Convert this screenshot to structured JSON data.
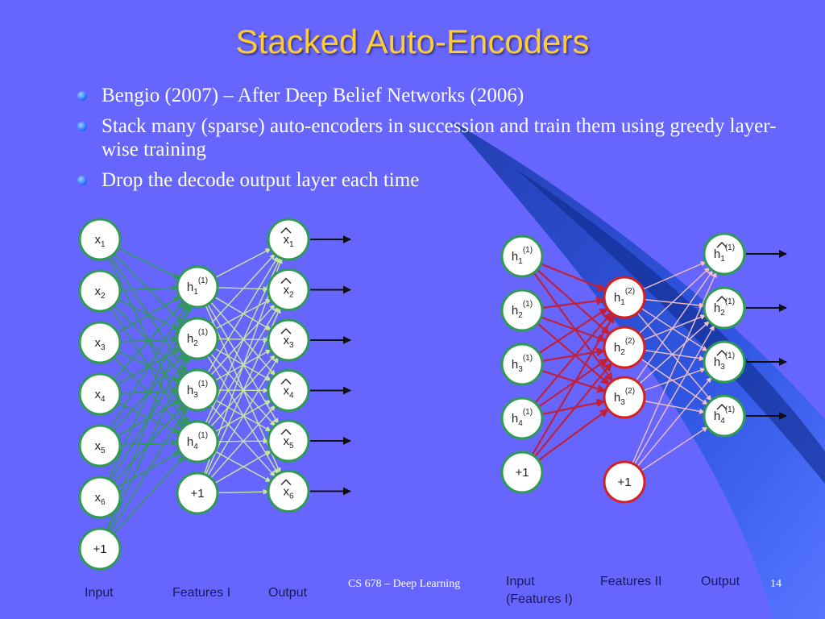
{
  "title": "Stacked Auto-Encoders",
  "bullets": [
    "Bengio (2007) – After Deep Belief Networks (2006)",
    "Stack many (sparse) auto-encoders in succession and train them using greedy layer-wise training",
    "Drop the decode output layer each time"
  ],
  "left_diagram": {
    "input_nodes": [
      {
        "base": "x",
        "sub": "1",
        "sup": "",
        "hat": false
      },
      {
        "base": "x",
        "sub": "2",
        "sup": "",
        "hat": false
      },
      {
        "base": "x",
        "sub": "3",
        "sup": "",
        "hat": false
      },
      {
        "base": "x",
        "sub": "4",
        "sup": "",
        "hat": false
      },
      {
        "base": "x",
        "sub": "5",
        "sup": "",
        "hat": false
      },
      {
        "base": "x",
        "sub": "6",
        "sup": "",
        "hat": false
      },
      {
        "base": "+1",
        "sub": "",
        "sup": "",
        "hat": false
      }
    ],
    "hidden_nodes": [
      {
        "base": "h",
        "sub": "1",
        "sup": "(1)",
        "hat": false
      },
      {
        "base": "h",
        "sub": "2",
        "sup": "(1)",
        "hat": false
      },
      {
        "base": "h",
        "sub": "3",
        "sup": "(1)",
        "hat": false
      },
      {
        "base": "h",
        "sub": "4",
        "sup": "(1)",
        "hat": false
      },
      {
        "base": "+1",
        "sub": "",
        "sup": "",
        "hat": false
      }
    ],
    "output_nodes": [
      {
        "base": "x",
        "sub": "1",
        "sup": "",
        "hat": true
      },
      {
        "base": "x",
        "sub": "2",
        "sup": "",
        "hat": true
      },
      {
        "base": "x",
        "sub": "3",
        "sup": "",
        "hat": true
      },
      {
        "base": "x",
        "sub": "4",
        "sup": "",
        "hat": true
      },
      {
        "base": "x",
        "sub": "5",
        "sup": "",
        "hat": true
      },
      {
        "base": "x",
        "sub": "6",
        "sup": "",
        "hat": true
      }
    ],
    "encoder_color": "#2e9a52",
    "decoder_color": "#c8e6a0",
    "node_border": "#2e9a52",
    "captions": {
      "input": "Input",
      "features": "Features I",
      "output": "Output"
    }
  },
  "right_diagram": {
    "input_nodes": [
      {
        "base": "h",
        "sub": "1",
        "sup": "(1)",
        "hat": false
      },
      {
        "base": "h",
        "sub": "2",
        "sup": "(1)",
        "hat": false
      },
      {
        "base": "h",
        "sub": "3",
        "sup": "(1)",
        "hat": false
      },
      {
        "base": "h",
        "sub": "4",
        "sup": "(1)",
        "hat": false
      },
      {
        "base": "+1",
        "sub": "",
        "sup": "",
        "hat": false
      }
    ],
    "hidden_nodes": [
      {
        "base": "h",
        "sub": "1",
        "sup": "(2)",
        "hat": false
      },
      {
        "base": "h",
        "sub": "2",
        "sup": "(2)",
        "hat": false
      },
      {
        "base": "h",
        "sub": "3",
        "sup": "(2)",
        "hat": false
      },
      {
        "base": "+1",
        "sub": "",
        "sup": "",
        "hat": false
      }
    ],
    "output_nodes": [
      {
        "base": "h",
        "sub": "1",
        "sup": "(1)",
        "hat": true
      },
      {
        "base": "h",
        "sub": "2",
        "sup": "(1)",
        "hat": true
      },
      {
        "base": "h",
        "sub": "3",
        "sup": "(1)",
        "hat": true
      },
      {
        "base": "h",
        "sub": "4",
        "sup": "(1)",
        "hat": true
      }
    ],
    "input_border": "#2e9a52",
    "hidden_border": "#d62020",
    "encoder_color": "#c0203a",
    "decoder_color": "#f2c0c8",
    "captions": {
      "input_line1": "Input",
      "input_line2": "(Features I)",
      "features": "Features II",
      "output": "Output"
    }
  },
  "footer": {
    "course": "CS 678 – Deep Learning",
    "page": "14"
  },
  "colors": {
    "background": "#6666ff",
    "title": "#ffcc33",
    "text": "#ffffff",
    "accent_dark": "#1e3fb4"
  }
}
